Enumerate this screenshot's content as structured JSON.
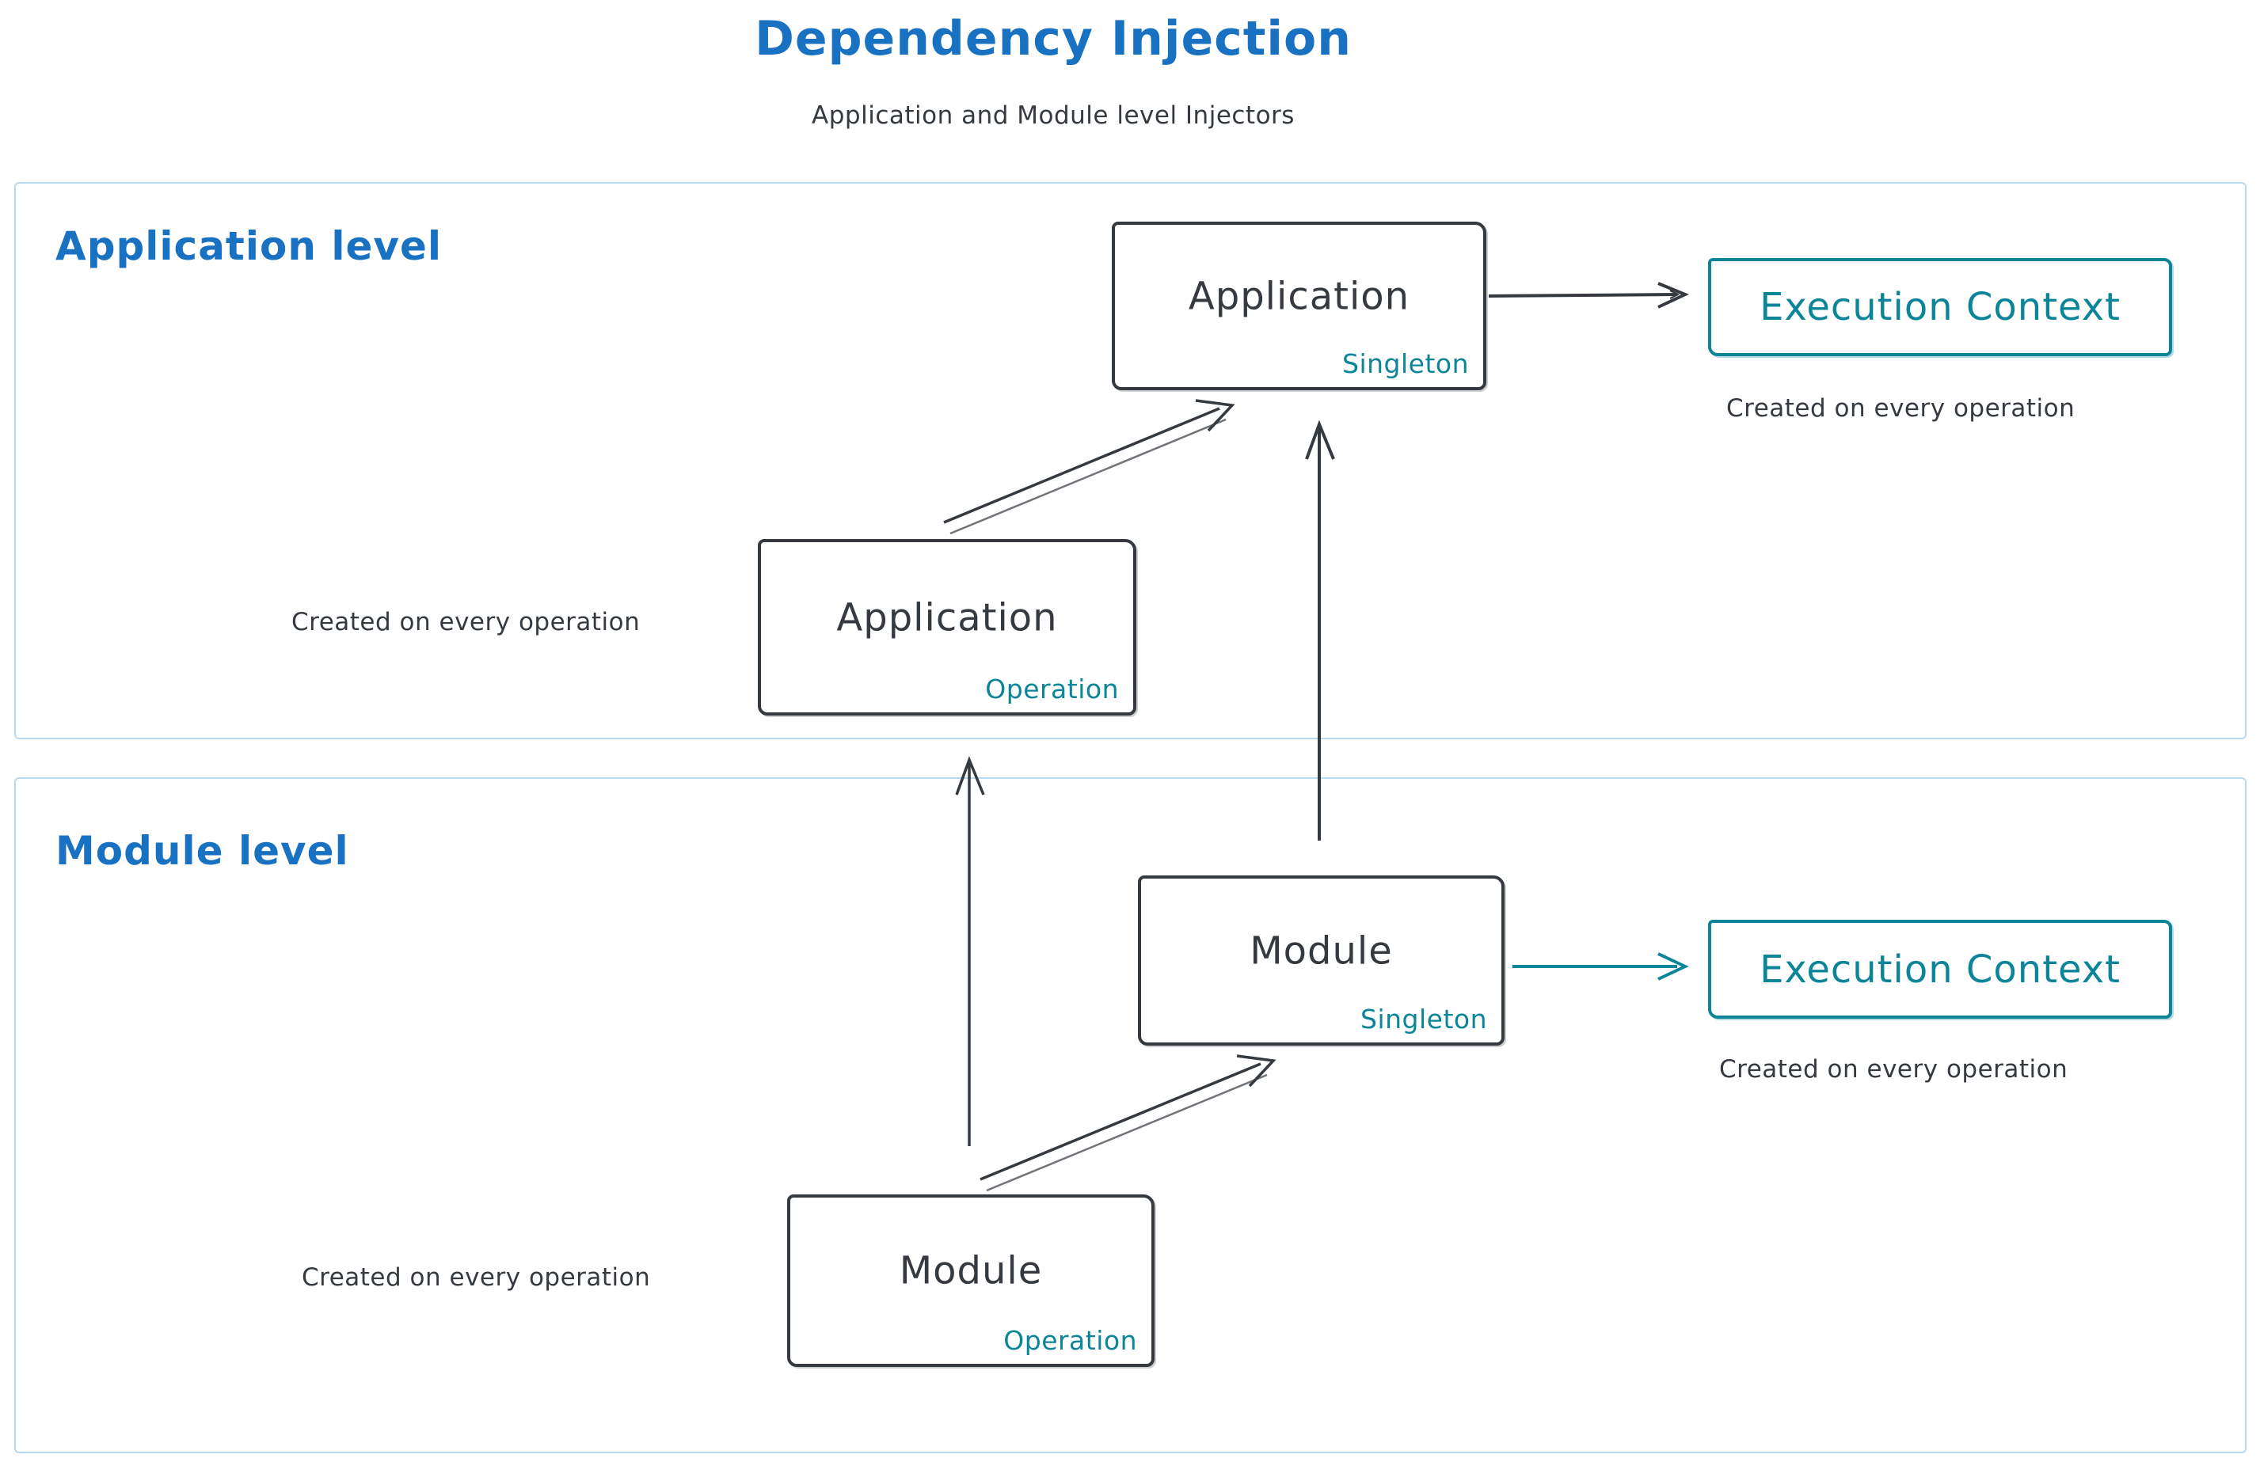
{
  "colors": {
    "title_blue": "#1971c2",
    "diagram_dark": "#343a40",
    "accent_teal": "#0c8599",
    "region_border_blue": "#b9d9f2"
  },
  "title": "Dependency Injection",
  "subtitle": "Application and Module level Injectors",
  "application_level": {
    "label": "Application level",
    "singleton_box": {
      "title": "Application",
      "tag": "Singleton"
    },
    "operation_box": {
      "title": "Application",
      "tag": "Operation"
    },
    "operation_note": "Created on every operation",
    "execution_context": {
      "label": "Execution Context",
      "note": "Created on every operation"
    }
  },
  "module_level": {
    "label": "Module level",
    "singleton_box": {
      "title": "Module",
      "tag": "Singleton"
    },
    "operation_box": {
      "title": "Module",
      "tag": "Operation"
    },
    "operation_note": "Created on every operation",
    "execution_context": {
      "label": "Execution Context",
      "note": "Created on every operation"
    }
  }
}
